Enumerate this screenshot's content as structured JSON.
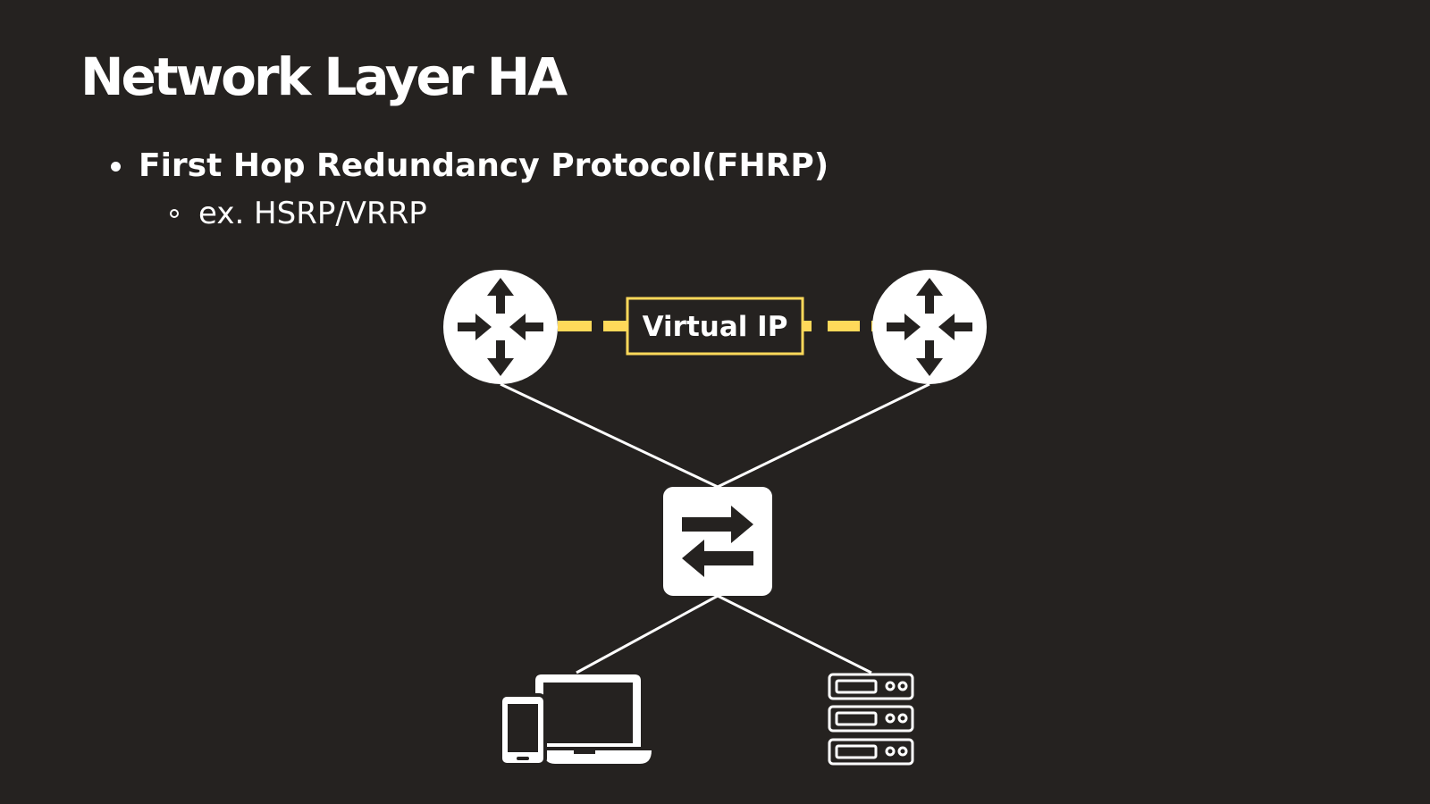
{
  "slide": {
    "title": "Network Layer HA",
    "bullet": "First Hop Redundancy Protocol(FHRP)",
    "sub_bullet": "ex. HSRP/VRRP"
  },
  "diagram": {
    "virtual_ip_label": "Virtual IP",
    "nodes": [
      {
        "id": "router-left",
        "icon": "router-icon"
      },
      {
        "id": "router-right",
        "icon": "router-icon"
      },
      {
        "id": "switch",
        "icon": "switch-icon"
      },
      {
        "id": "clients",
        "icon": "devices-icon"
      },
      {
        "id": "servers",
        "icon": "server-rack-icon"
      }
    ]
  },
  "colors": {
    "background": "#252220",
    "foreground": "#ffffff",
    "accent": "#FFD95A"
  }
}
